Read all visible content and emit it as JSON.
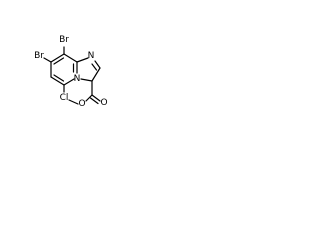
{
  "molecule": {
    "atoms": {
      "br_top": "Br",
      "br_left": "Br",
      "cl": "Cl",
      "n_bridge": "N",
      "n_ring": "N",
      "o_carbonyl": "O",
      "o_ester": "O"
    }
  }
}
